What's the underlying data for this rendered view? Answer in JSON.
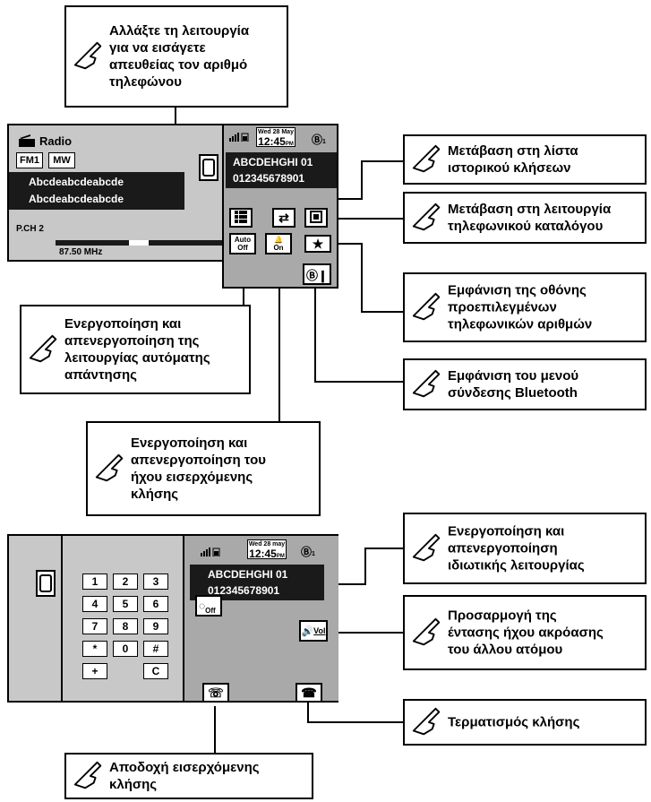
{
  "callouts": {
    "direct_number": "Αλλάξτε τη λειτουργία\nγια να εισάγετε\nαπευθείας τον αριθμό\nτηλεφώνου",
    "call_history": "Μετάβαση στη λίστα\nιστορικού κλήσεων",
    "phonebook": "Μετάβαση στη λειτουργία\nτηλεφωνικού καταλόγου",
    "preset_numbers": "Εμφάνιση της οθόνης\nπροεπιλεγμένων\nτηλεφωνικών αριθμών",
    "bluetooth_menu": "Εμφάνιση του μενού\nσύνδεσης Bluetooth",
    "auto_answer": "Ενεργοποίηση και\nαπενεργοποίηση της\nλειτουργίας αυτόματης\nαπάντησης",
    "ring_tone": "Ενεργοποίηση και\nαπενεργοποίηση του\nήχου εισερχόμενης\nκλήσης",
    "private_mode": "Ενεργοποίηση και\nαπενεργοποίηση\nιδιωτικής λειτουργίας",
    "volume": "Προσαρμογή της\nέντασης ήχου ακρόασης\nτου άλλου ατόμου",
    "end_call": "Τερματισμός κλήσης",
    "accept_call": "Αποδοχή εισερχόμενης\nκλήσης"
  },
  "screen1": {
    "source_label": "Radio",
    "band1": "FM1",
    "band2": "MW",
    "line1": "Abcdeabcdeabcde",
    "line2": "Abcdeabcdeabcde",
    "channel": "P.CH 2",
    "frequency": "87.50 MHz",
    "date": "Wed 28 May",
    "time": "12:45",
    "ampm": "PM",
    "bt_count": "1",
    "caller_name": "ABCDEHGHI  01",
    "caller_number": "012345678901",
    "auto_label": "Auto",
    "auto_state": "Off",
    "ring_state": "On"
  },
  "screen2": {
    "date": "Wed 28 may",
    "time": "12:45",
    "ampm": "PM",
    "bt_count": "1",
    "caller_name": "ABCDEHGHI  01",
    "caller_number": "012345678901",
    "keypad": [
      "1",
      "2",
      "3",
      "4",
      "5",
      "6",
      "7",
      "8",
      "9",
      "*",
      "0",
      "#",
      "+",
      "",
      "C"
    ],
    "private_state": "Off",
    "vol_label": "Vol"
  },
  "colors": {
    "screen_grey": "#c8c8c8",
    "panel_grey": "#a9a9a9",
    "dark": "#1a1a1a"
  }
}
